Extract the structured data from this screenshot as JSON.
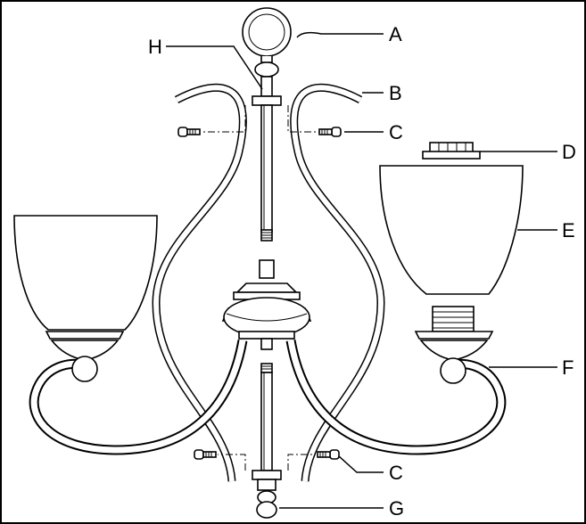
{
  "labels": {
    "A": "A",
    "B": "B",
    "C_top": "C",
    "D": "D",
    "E": "E",
    "F": "F",
    "C_bottom": "C",
    "G": "G",
    "H": "H"
  }
}
